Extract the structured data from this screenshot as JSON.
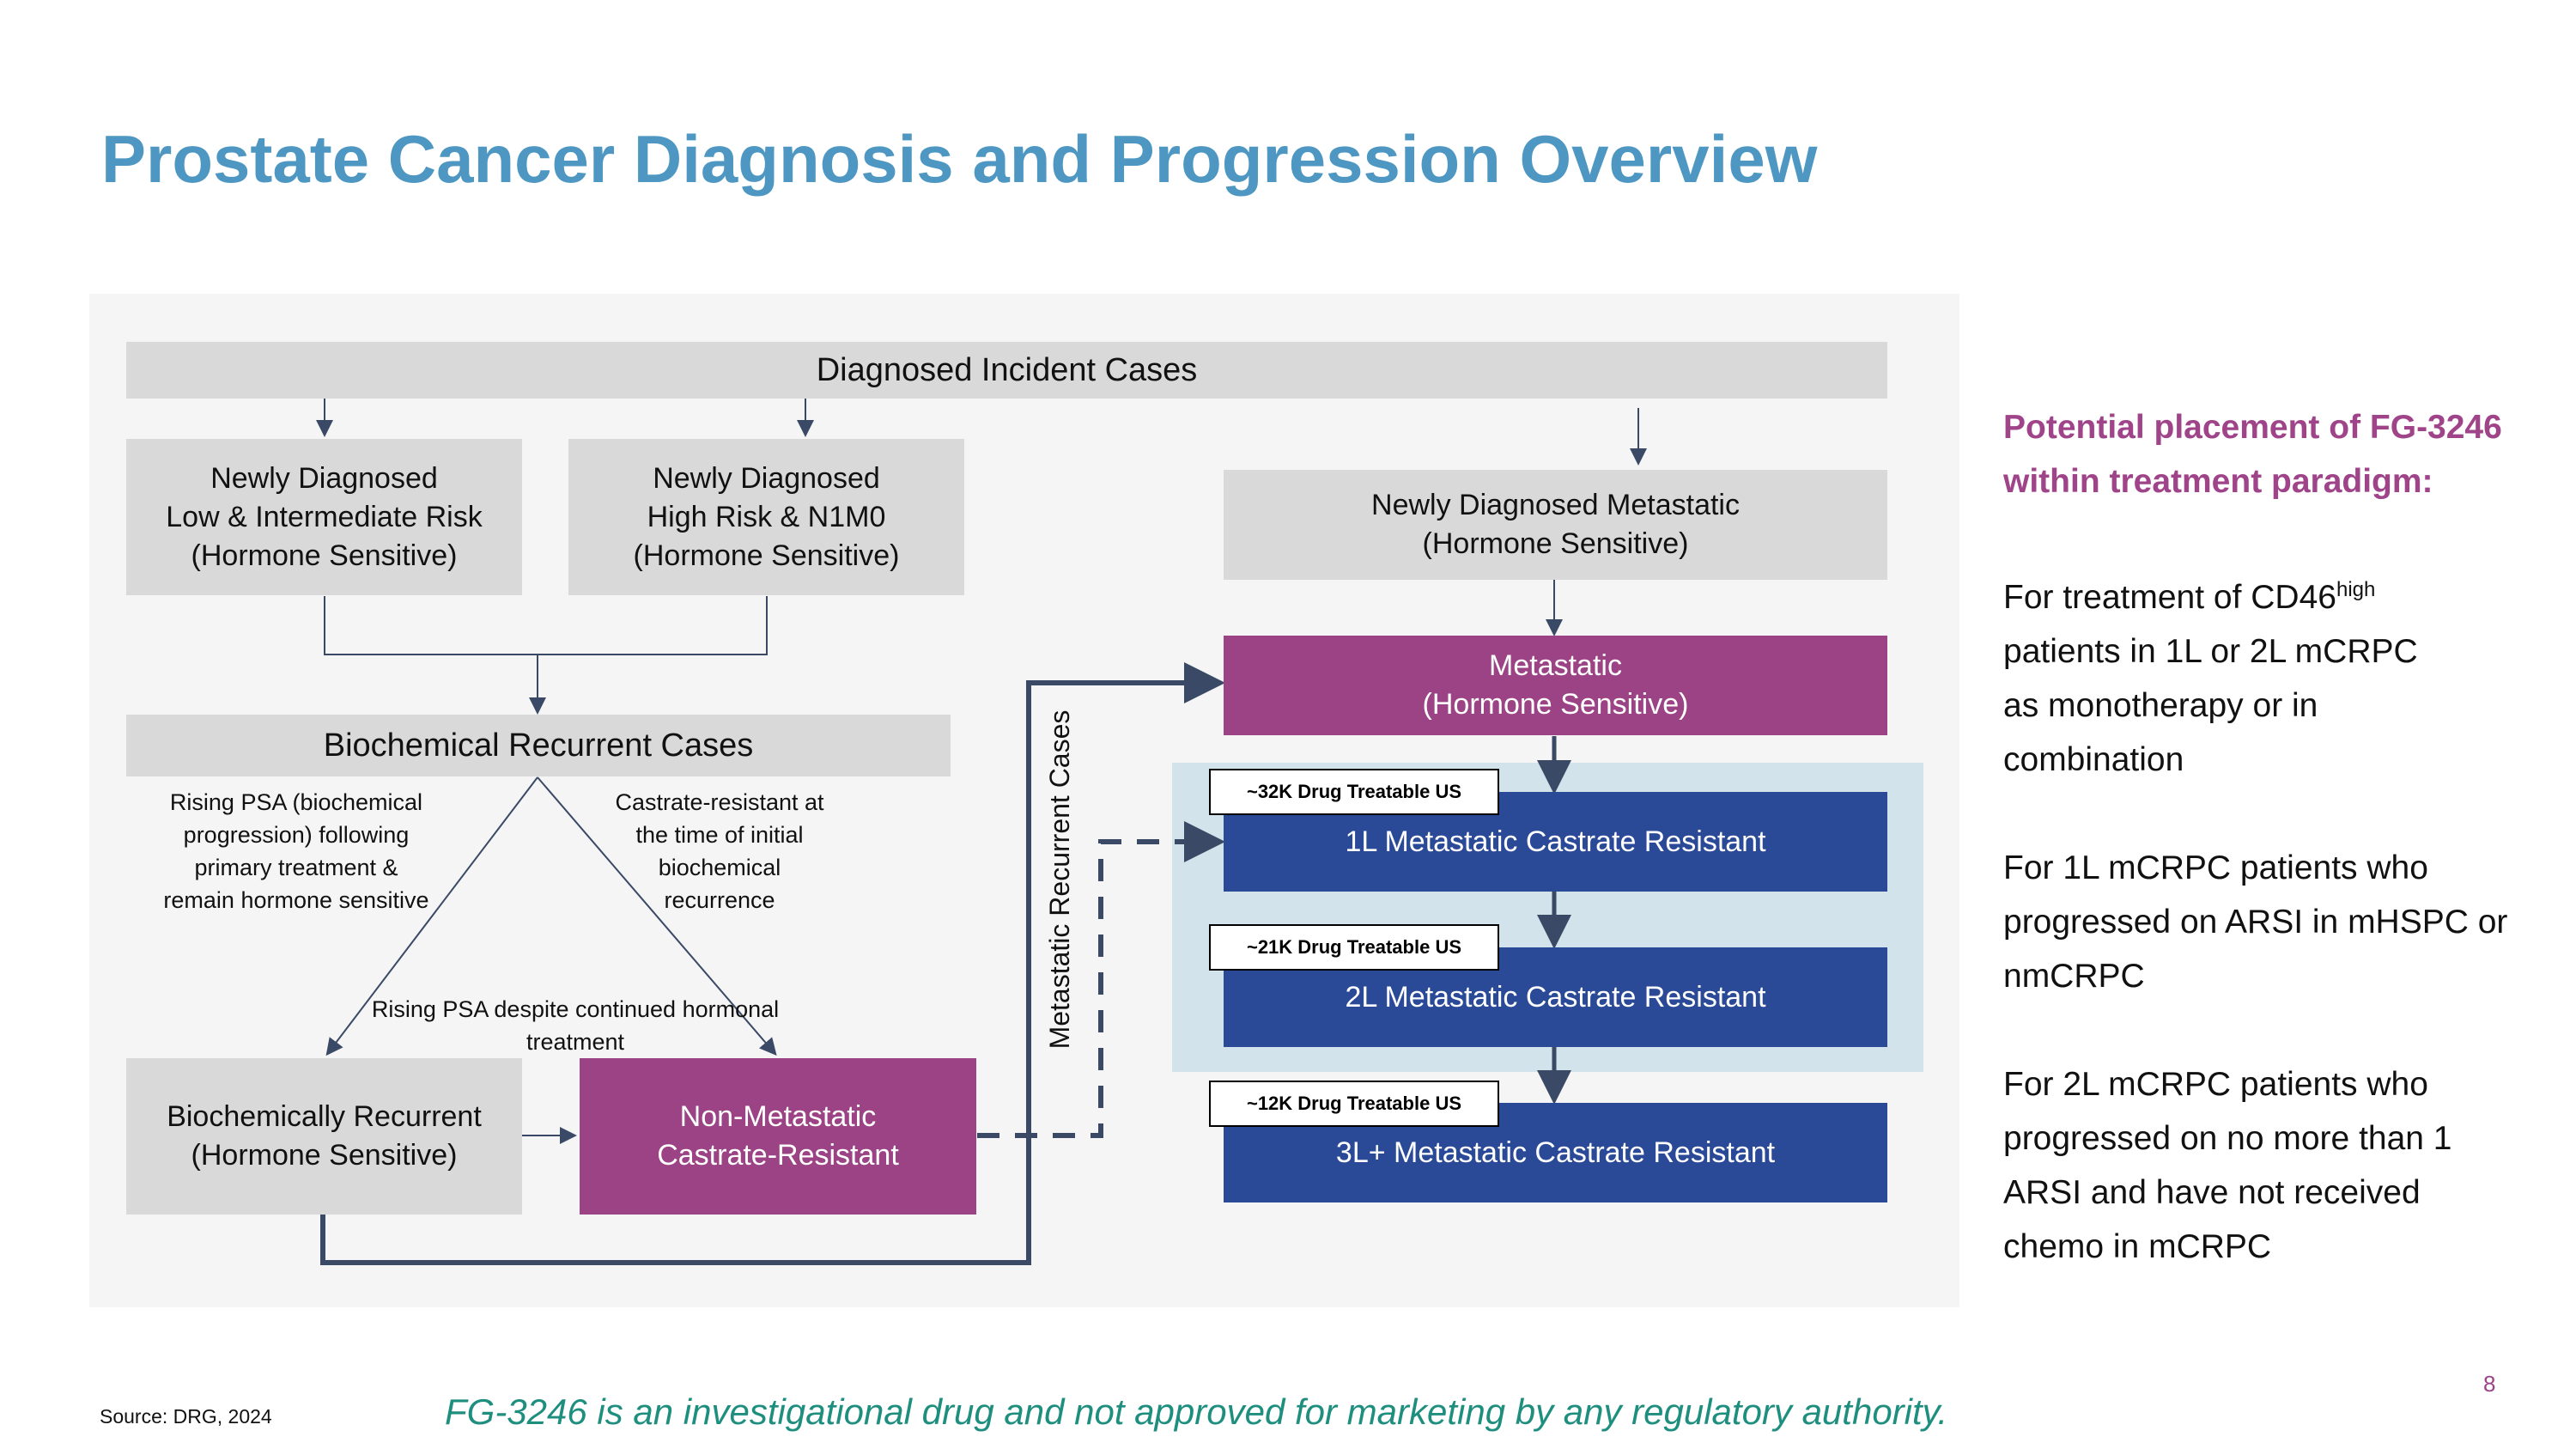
{
  "title": "Prostate Cancer Diagnosis and Progression Overview",
  "diagram": {
    "diagnosed_incident": "Diagnosed Incident Cases",
    "newly_low": [
      "Newly Diagnosed",
      "Low & Intermediate Risk",
      "(Hormone Sensitive)"
    ],
    "newly_high": [
      "Newly Diagnosed",
      "High Risk & N1M0",
      "(Hormone Sensitive)"
    ],
    "newly_metastatic": [
      "Newly Diagnosed Metastatic",
      "(Hormone Sensitive)"
    ],
    "metastatic_hs": [
      "Metastatic",
      "(Hormone Sensitive)"
    ],
    "biochemical_recurrent_cases": "Biochemical Recurrent Cases",
    "note_rising_psa": [
      "Rising PSA (biochemical",
      "progression) following",
      "primary treatment &",
      "remain hormone sensitive"
    ],
    "note_castrate_resistant": [
      "Castrate-resistant at",
      "the time of initial",
      "biochemical",
      "recurrence"
    ],
    "note_rising_despite": [
      "Rising PSA despite continued hormonal",
      "treatment"
    ],
    "biochemically_recurrent": [
      "Biochemically Recurrent",
      "(Hormone Sensitive)"
    ],
    "non_metastatic_cr": [
      "Non-Metastatic",
      "Castrate-Resistant"
    ],
    "metastatic_recurrent_cases": "Metastatic Recurrent Cases",
    "line1": "1L Metastatic Castrate Resistant",
    "line2": "2L Metastatic Castrate Resistant",
    "line3": "3L+ Metastatic Castrate Resistant",
    "tag1": "~32K Drug Treatable US",
    "tag2": "~21K Drug Treatable US",
    "tag3": "~12K Drug Treatable US"
  },
  "side_panel": {
    "heading": [
      "Potential placement of FG-3246",
      "within treatment paradigm:"
    ],
    "p1_prefix": "For treatment of CD46",
    "p1_sup": "high",
    "p1_rest": [
      "patients in 1L or 2L mCRPC",
      "as monotherapy or in",
      "combination"
    ],
    "p2": [
      "For 1L mCRPC patients who",
      "progressed on ARSI in mHSPC or",
      "nmCRPC"
    ],
    "p3": [
      "For  2L mCRPC patients who",
      "progressed on no more than 1",
      "ARSI and have not received",
      "chemo in mCRPC"
    ]
  },
  "footer": {
    "source": "Source: DRG, 2024",
    "disclaimer": "FG-3246 is an investigational drug and not approved for marketing by any regulatory authority.",
    "page": "8"
  },
  "colors": {
    "title": "#4E97C2",
    "grey_box": "#D9D9D9",
    "purple_box": "#9B4385",
    "blue_box": "#2A4A97",
    "highlight_band": "#D2E3EC",
    "connector": "#3A4A66",
    "disclaimer": "#1E8E7E"
  }
}
